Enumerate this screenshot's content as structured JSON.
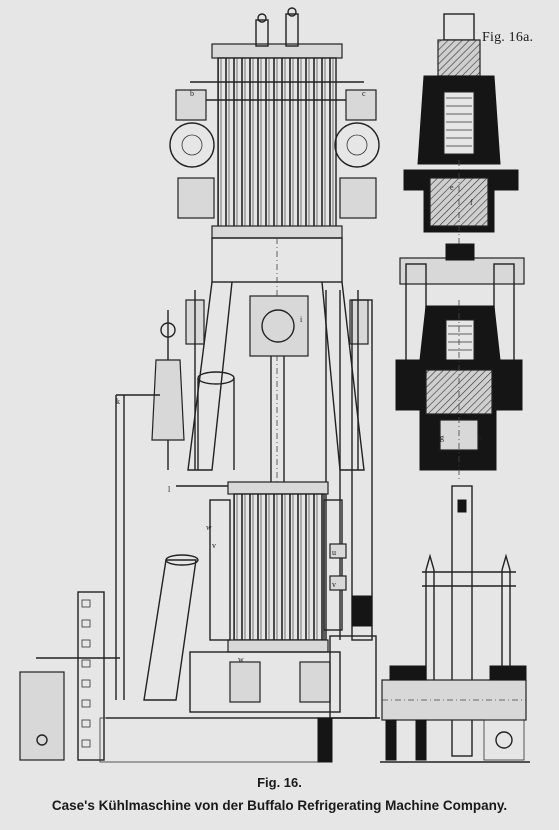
{
  "figure": {
    "side_label": "Fig. 16a.",
    "caption_number": "Fig. 16.",
    "caption_title": "Case's Kühlmaschine von der Buffalo Refrigerating Machine Company."
  },
  "annotations": [
    "u",
    "v",
    "v",
    "w",
    "w",
    "b",
    "c",
    "e",
    "f",
    "g",
    "h",
    "i",
    "k",
    "l"
  ]
}
